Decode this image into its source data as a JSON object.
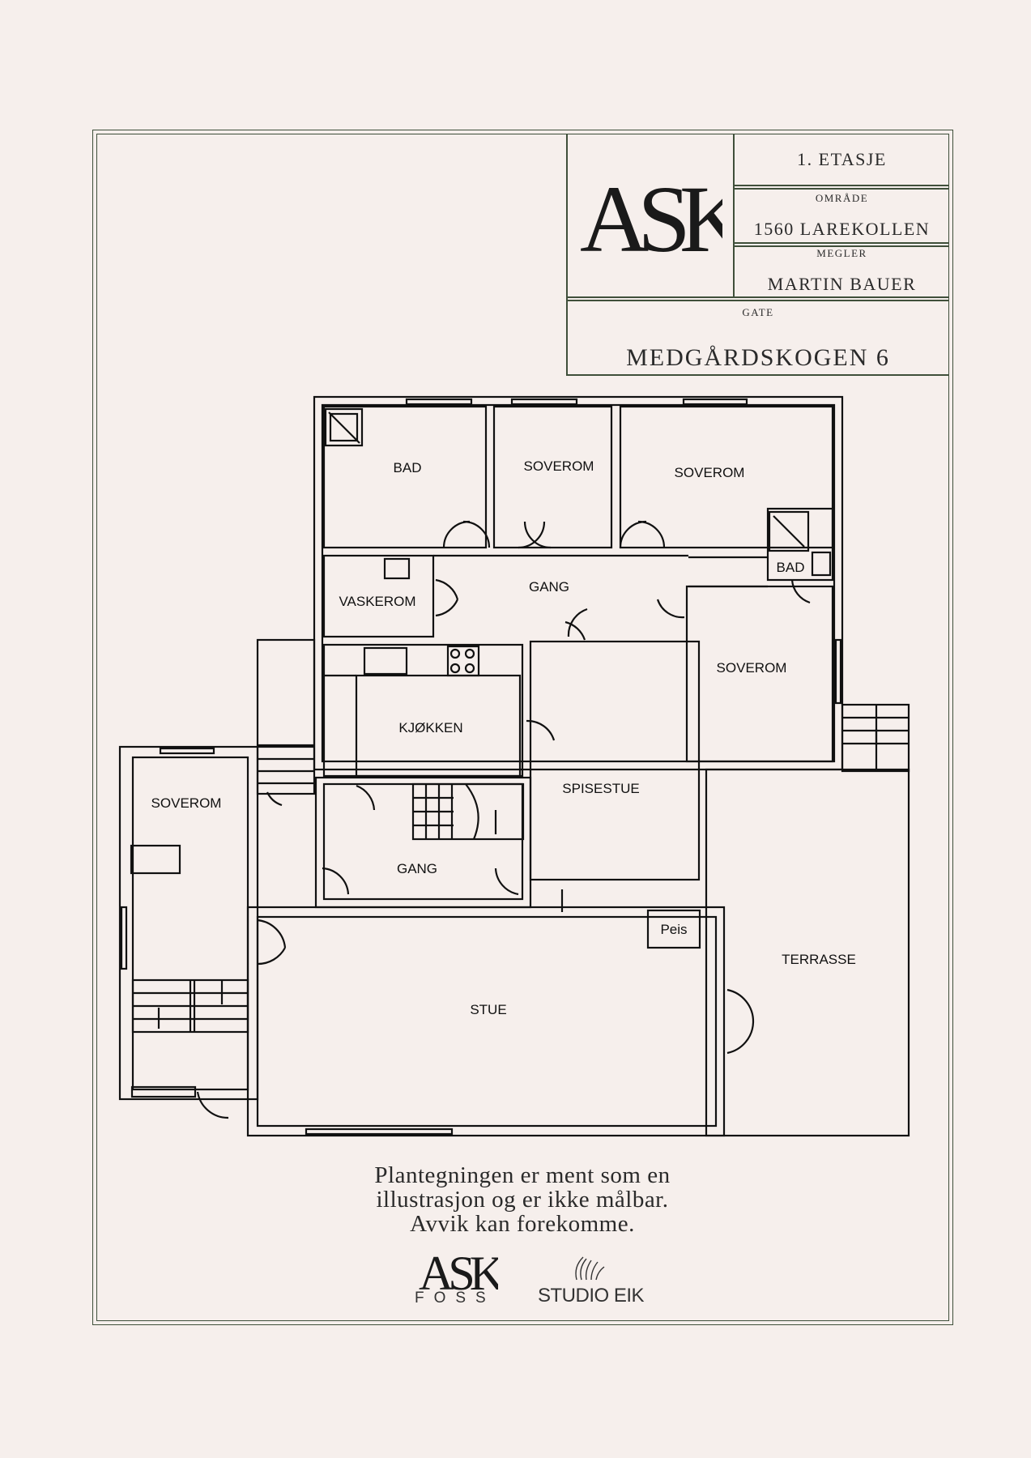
{
  "title_block": {
    "floor": "1. ETASJE",
    "area_label": "OMRÅDE",
    "area_value": "1560 LAREKOLLEN",
    "broker_label": "MEGLER",
    "broker_value": "MARTIN BAUER",
    "street_label": "GATE",
    "street_value": "MEDGÅRDSKOGEN 6",
    "logo_text": "ASK"
  },
  "rooms": {
    "bad_1": "BAD",
    "soverom_1": "SOVEROM",
    "soverom_2": "SOVEROM",
    "bad_2": "BAD",
    "vaskerom": "VASKEROM",
    "gang_1": "GANG",
    "soverom_3": "SOVEROM",
    "kjokken": "KJØKKEN",
    "spisestue": "SPISESTUE",
    "soverom_4": "SOVEROM",
    "gang_2": "GANG",
    "peis": "Peis",
    "terrasse": "TERRASSE",
    "stue": "STUE"
  },
  "disclaimer": {
    "line1": "Plantegningen er ment som en",
    "line2": "illustrasjon og er ikke målbar.",
    "line3": "Avvik kan forekomme."
  },
  "footer_logos": {
    "ask_foss_text": "ASK",
    "ask_foss_sub": "FOSS",
    "studio_eik": "STUDIO EIK"
  },
  "colors": {
    "background": "#f6efec",
    "frame": "#3f4f3a",
    "ink": "#111111"
  }
}
